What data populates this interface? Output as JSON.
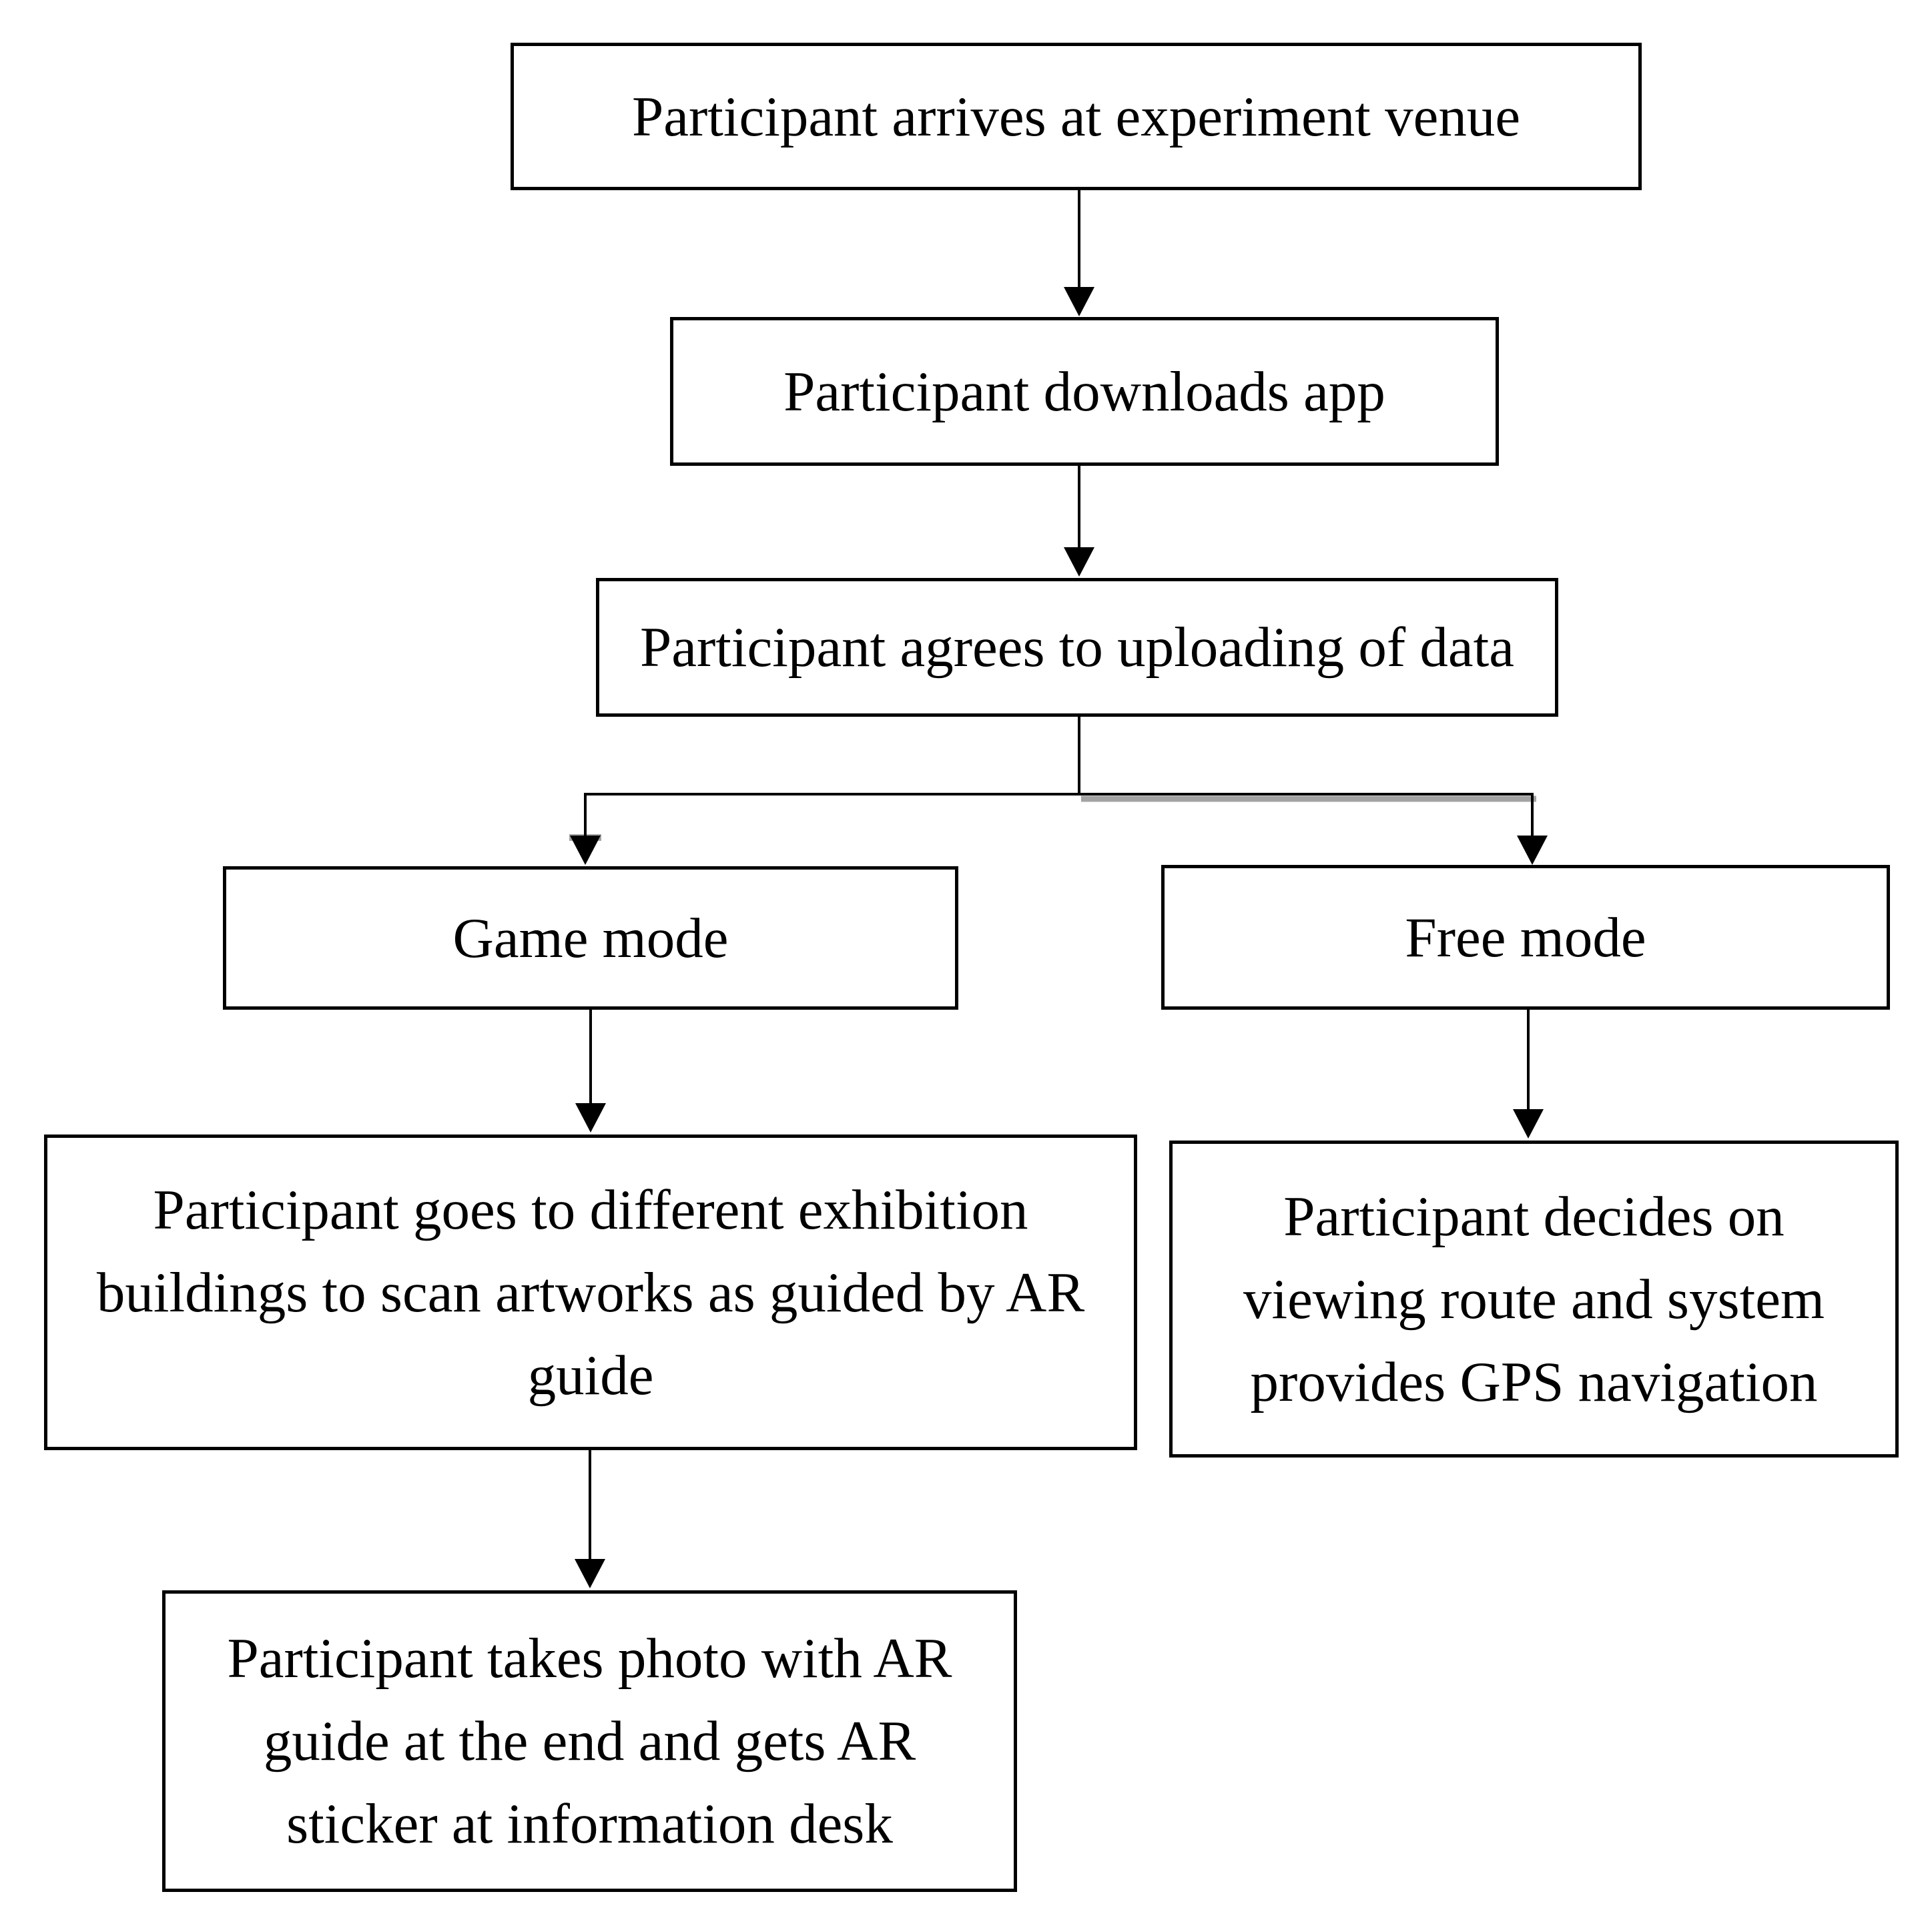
{
  "flowchart": {
    "colors": {
      "background": "#ffffff",
      "box_border": "#000000",
      "text": "#000000",
      "connector": "#000000",
      "connector_shadow": "#a3a3a3"
    },
    "nodes": {
      "arrive": {
        "label": "Participant arrives at experiment venue",
        "lines": [
          "Participant arrives at experiment venue"
        ]
      },
      "download": {
        "label": "Participant downloads app",
        "lines": [
          "Participant downloads app"
        ]
      },
      "agree": {
        "label": "Participant agrees to uploading of data",
        "lines": [
          "Participant agrees to uploading of data"
        ]
      },
      "game_mode": {
        "label": "Game mode",
        "lines": [
          "Game mode"
        ]
      },
      "free_mode": {
        "label": "Free mode",
        "lines": [
          "Free mode"
        ]
      },
      "game_visit": {
        "label": "Participant goes to different exhibition buildings to scan artworks as guided by AR guide",
        "lines": [
          "Participant goes to different exhibition",
          "buildings to scan artworks as guided by AR",
          "guide"
        ]
      },
      "free_route": {
        "label": "Participant decides on viewing route and system provides GPS navigation",
        "lines": [
          "Participant decides on",
          "viewing route and system",
          "provides GPS navigation"
        ]
      },
      "game_photo": {
        "label": "Participant takes photo with AR guide at the end and gets AR sticker at information desk",
        "lines": [
          "Participant takes photo with AR",
          "guide at the end and gets AR",
          "sticker at information desk"
        ]
      }
    },
    "edges": [
      {
        "from": "arrive",
        "to": "download"
      },
      {
        "from": "download",
        "to": "agree"
      },
      {
        "from": "agree",
        "to": "game_mode"
      },
      {
        "from": "agree",
        "to": "free_mode"
      },
      {
        "from": "game_mode",
        "to": "game_visit"
      },
      {
        "from": "free_mode",
        "to": "free_route"
      },
      {
        "from": "game_visit",
        "to": "game_photo"
      }
    ]
  }
}
